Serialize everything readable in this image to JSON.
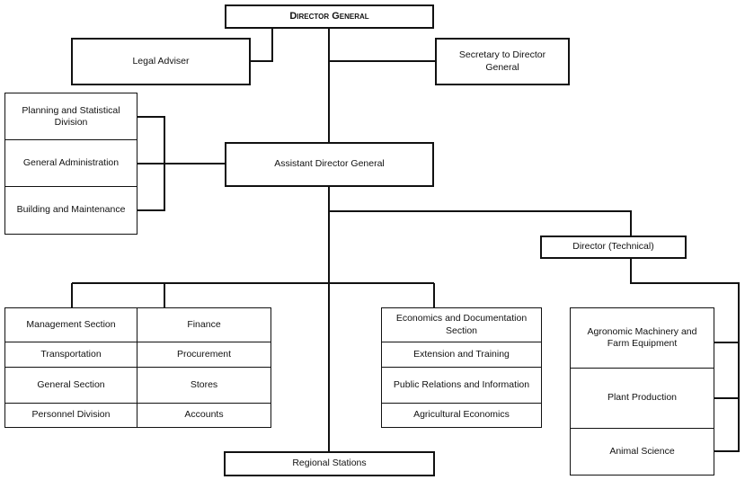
{
  "org_chart": {
    "director_general": "Director General",
    "legal_adviser": "Legal Adviser",
    "secretary": "Secretary to Director General",
    "assistant_director_general": "Assistant Director General",
    "left_group": [
      "Planning and Statistical Division",
      "General Administration",
      "Building and Maintenance"
    ],
    "director_technical": "Director (Technical)",
    "admin_left_column": [
      "Management Section",
      "Transportation",
      "General Section",
      "Personnel Division"
    ],
    "admin_right_column": [
      "Finance",
      "Procurement",
      "Stores",
      "Accounts"
    ],
    "economics_column": [
      "Economics and Documentation Section",
      "Extension and Training",
      "Public Relations and Information",
      "Agricultural Economics"
    ],
    "technical_column": [
      "Agronomic Machinery and Farm Equipment",
      "Plant Production",
      "Animal Science"
    ],
    "regional_stations": "Regional Stations"
  }
}
